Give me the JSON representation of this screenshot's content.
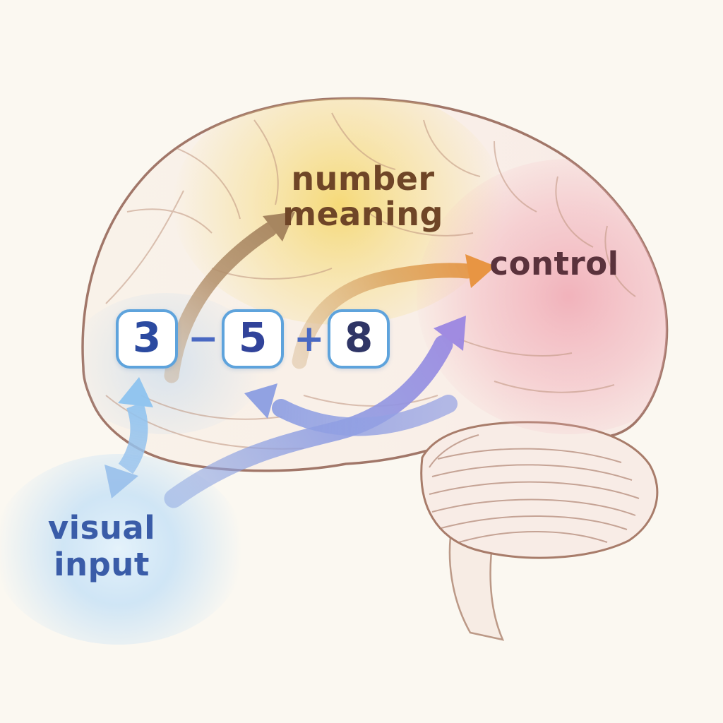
{
  "figure": {
    "type": "illustration",
    "subject": "Side view of a human brain with highlighted regions and arrows showing arithmetic processing pathways"
  },
  "background_color": "#fbf8f1",
  "labels": {
    "number_meaning": {
      "line1": "number",
      "line2": "meaning",
      "color": "#6f4527",
      "glow_color": "#f5d76c"
    },
    "control": {
      "text": "control",
      "color": "#5a323c",
      "glow_color": "#f2aab6"
    },
    "visual_input": {
      "line1": "visual",
      "line2": "input",
      "color": "#3a5ca8",
      "glow_color": "#cfe5f8"
    }
  },
  "expression": {
    "reading": "3 − 5 + 8",
    "tokens": [
      {
        "type": "digit-box",
        "value": "3",
        "color": "#2b4aa0"
      },
      {
        "type": "operator",
        "value": "−",
        "color": "#4968c2"
      },
      {
        "type": "digit-box",
        "value": "5",
        "color": "#31439a"
      },
      {
        "type": "operator",
        "value": "+",
        "color": "#4968c2"
      },
      {
        "type": "digit-box",
        "value": "8",
        "color": "#2f3566"
      }
    ],
    "box_style": {
      "fill": "#ffffff",
      "border": "#5ea3dc"
    }
  },
  "arrows": [
    {
      "name": "digits-to-number-meaning",
      "color": "#ab8a64",
      "direction": "up-right"
    },
    {
      "name": "number-meaning-to-control",
      "color": "#e8923c",
      "direction": "right"
    },
    {
      "name": "visual-input-to-control-ventral",
      "color": "#9c87e2",
      "direction": "up-right"
    },
    {
      "name": "feedback-to-digits",
      "color": "#8f9fe2",
      "direction": "left"
    },
    {
      "name": "visual-input-digits-bidirectional",
      "color": "#8fc2f0",
      "direction": "both-vertical"
    }
  ],
  "brain_colors": {
    "outline": "#97685a",
    "fill": "#f9f1e9",
    "sulci": "#bf957f"
  }
}
